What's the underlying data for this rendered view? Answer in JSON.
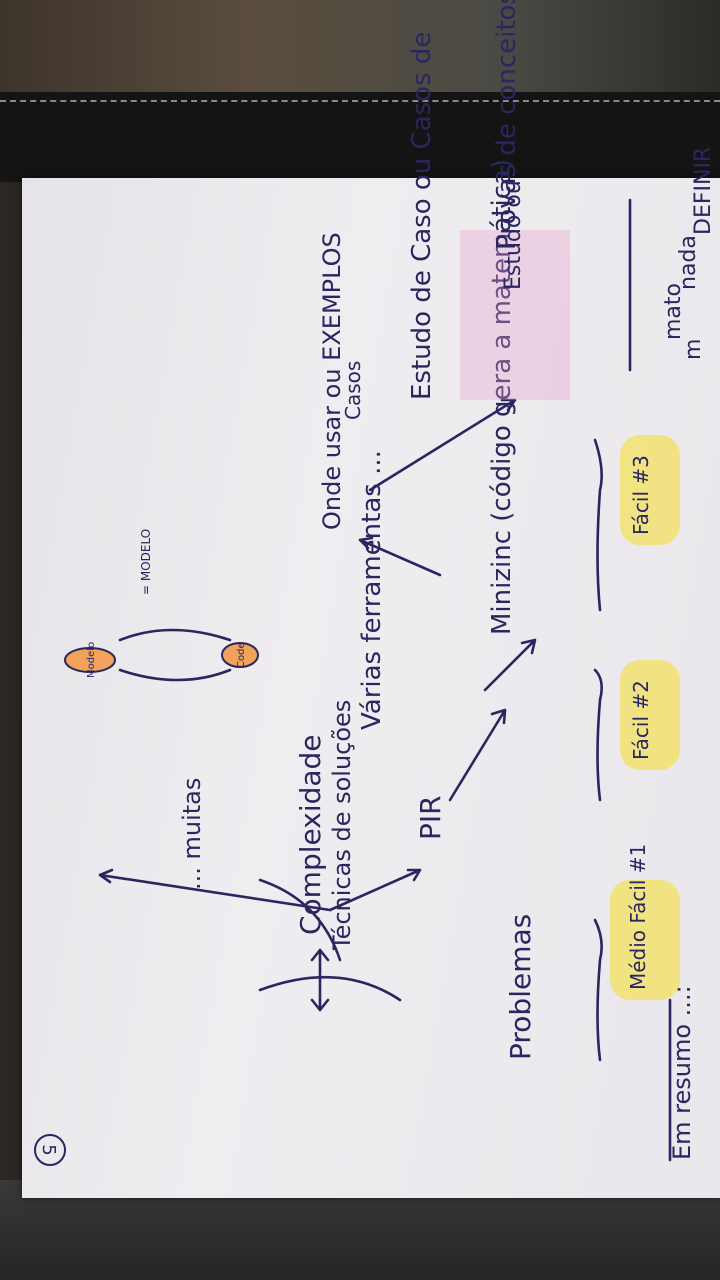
{
  "page_number": "5",
  "header": "Em resumo ...:",
  "line_problemas": {
    "left": "Problemas",
    "right": "Complexidade"
  },
  "tecnicas": "Técnicas de soluções",
  "muitas": "... muitas",
  "pir": "PIR",
  "ferramentas": "Várias ferramentas ...",
  "oval_left": "Modelo",
  "oval_right": "Code",
  "minizinc": "Minizinc (código gera a matemática)",
  "modelo_note": "= MODELO",
  "onde": "Onde usar ou EXEMPLOS",
  "casos": "Casos",
  "estudo_line1": "Estudo de Caso ou Casos de",
  "estudo_line2": "Estudo ou",
  "provas": "Provas de conceitos!",
  "side_labels": {
    "l1": "Médio Fácil #1",
    "l2": "Fácil #2",
    "l3": "Fácil #3"
  },
  "cut_text": {
    "a": "m",
    "b": "mato",
    "c": "nada",
    "d": "DEFINIR"
  },
  "colors": {
    "ink": "#2a2660",
    "highlighter_yellow": "#f4e14a",
    "highlighter_pink": "#e8a0cc",
    "highlighter_orange": "#f2a25a",
    "paper": "#ecebef"
  }
}
